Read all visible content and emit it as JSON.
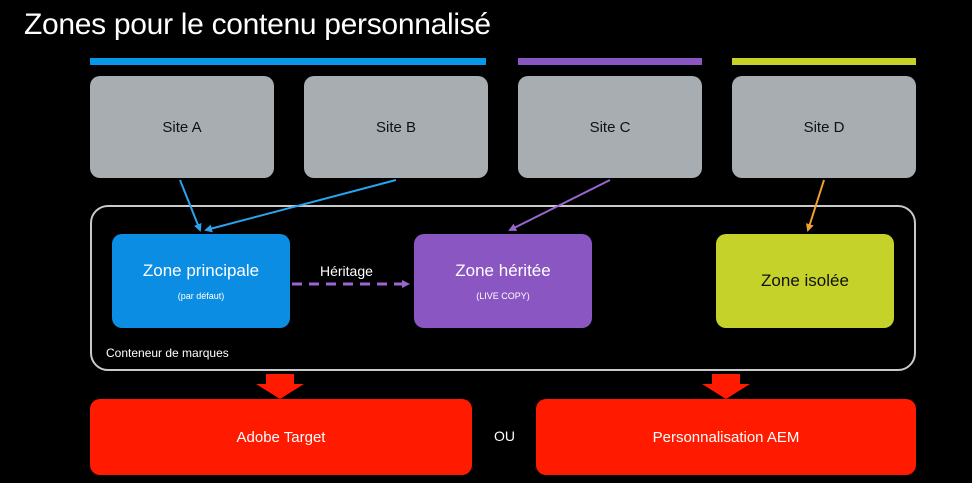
{
  "title": "Zones pour le contenu personnalisé",
  "sites": [
    {
      "label": "Site A"
    },
    {
      "label": "Site B"
    },
    {
      "label": "Site C"
    },
    {
      "label": "Site D"
    }
  ],
  "zones": {
    "principale": {
      "title": "Zone principale",
      "subtitle": "(par défaut)"
    },
    "heritee": {
      "title": "Zone héritée",
      "subtitle": "(LIVE COPY)"
    },
    "isolee": {
      "title": "Zone isolée"
    }
  },
  "inheritance_label": "Héritage",
  "container_label": "Conteneur de marques",
  "outputs": {
    "target": "Adobe Target",
    "or_label": "OU",
    "aem": "Personnalisation AEM"
  },
  "colors": {
    "background": "#000000",
    "bar_blue": "#0a96e6",
    "bar_purple": "#8a56c2",
    "bar_green": "#c5d22a",
    "site_gray": "#a8adb2",
    "zone_blue": "#0a8de3",
    "zone_purple": "#8a56c2",
    "zone_green": "#c5d22a",
    "output_red": "#ff1a00"
  }
}
